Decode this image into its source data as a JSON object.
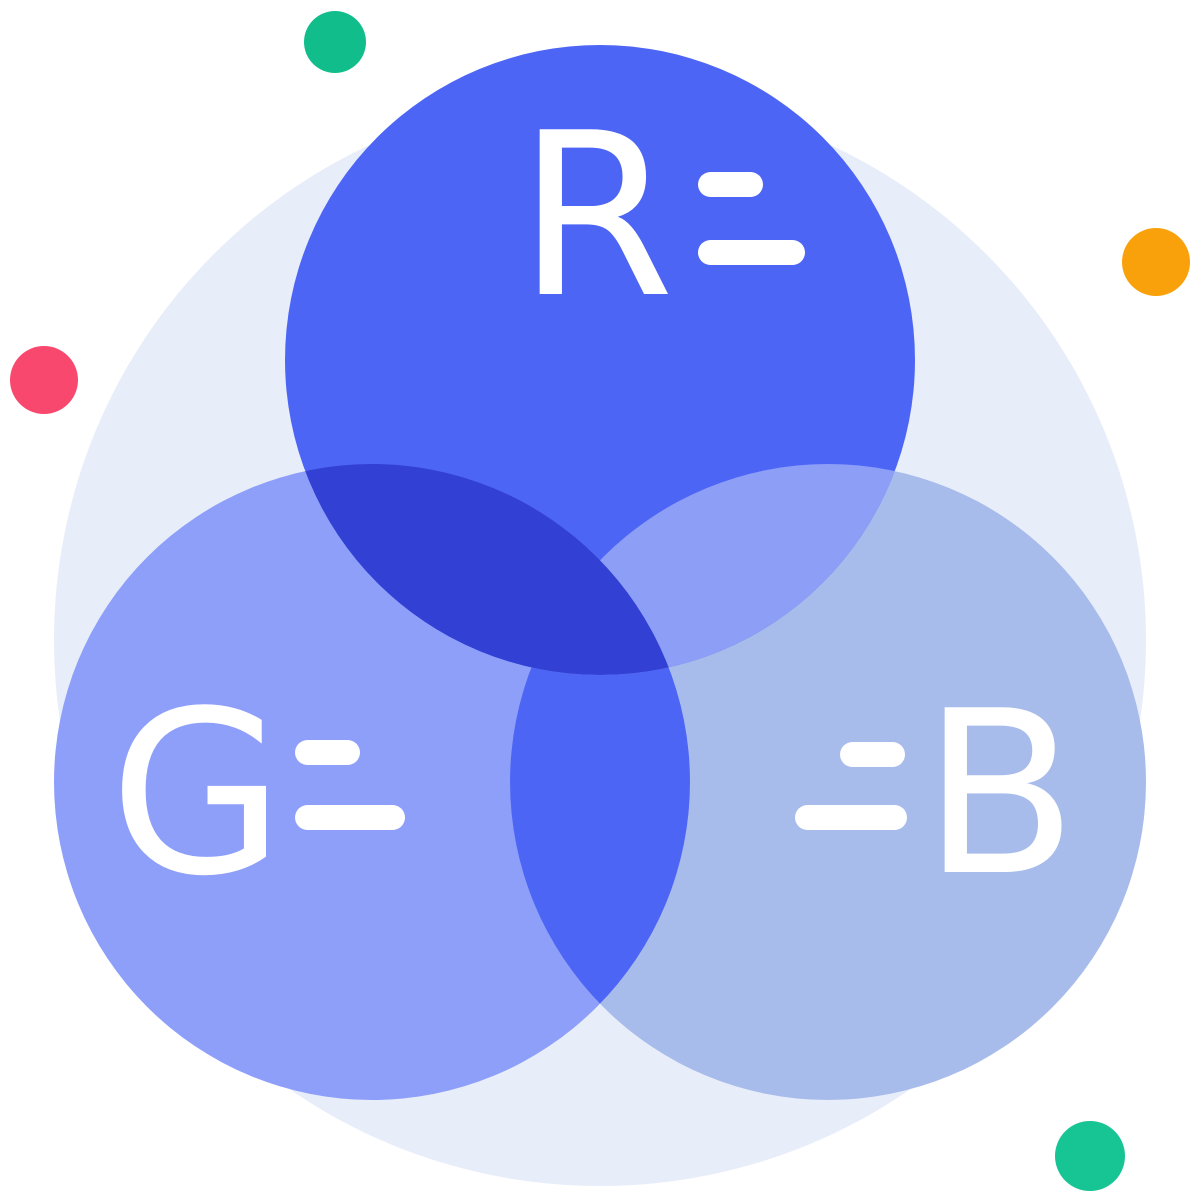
{
  "page_background": "#ffffff",
  "venn": {
    "backdrop_color": "#e8edfa",
    "label_color": "#ffffff",
    "dash_color": "#ffffff",
    "channels": [
      {
        "id": "red",
        "label": "R",
        "circle_color": "#4d65f5"
      },
      {
        "id": "green",
        "label": "G",
        "circle_color": "#8e9ffa"
      },
      {
        "id": "blue",
        "label": "B",
        "circle_color": "#a8bcec"
      }
    ],
    "overlap_colors": {
      "red_green": "#3241d3",
      "red_blue": "#8c9ef5",
      "green_blue": "#4d65f5",
      "center": "#3241d3"
    }
  },
  "accent_dots": [
    {
      "position": "top-left",
      "color": "#10bd8b"
    },
    {
      "position": "left",
      "color": "#f9486d"
    },
    {
      "position": "right",
      "color": "#f9a10b"
    },
    {
      "position": "bottom-right",
      "color": "#16c494"
    }
  ]
}
